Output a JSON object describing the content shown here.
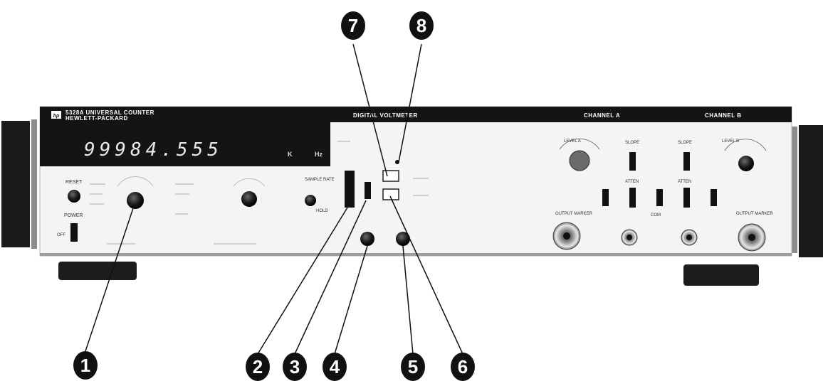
{
  "header": {
    "brand": "5328A UNIVERSAL COUNTER",
    "maker": "HEWLETT-PACKARD",
    "section_dvm": "DIGITAL VOLTMETER",
    "section_channel_a": "CHANNEL A",
    "section_channel_b": "CHANNEL B"
  },
  "display": {
    "reading": "99984.555",
    "unit_prefix": "K",
    "unit": "Hz"
  },
  "controls": {
    "reset": "RESET",
    "power": "POWER",
    "off": "OFF",
    "sample_rate": "SAMPLE RATE",
    "hold": "HOLD",
    "level_a": "LEVEL A",
    "level_b": "LEVEL B",
    "slope": "SLOPE",
    "atten": "ATTEN",
    "output_marker": "OUTPUT MARKER",
    "com": "COM"
  },
  "callouts": [
    "1",
    "2",
    "3",
    "4",
    "5",
    "6",
    "7",
    "8"
  ],
  "colors": {
    "callout_fill": "#111111",
    "panel_dark": "#141414",
    "panel_light": "#f4f4f4"
  }
}
